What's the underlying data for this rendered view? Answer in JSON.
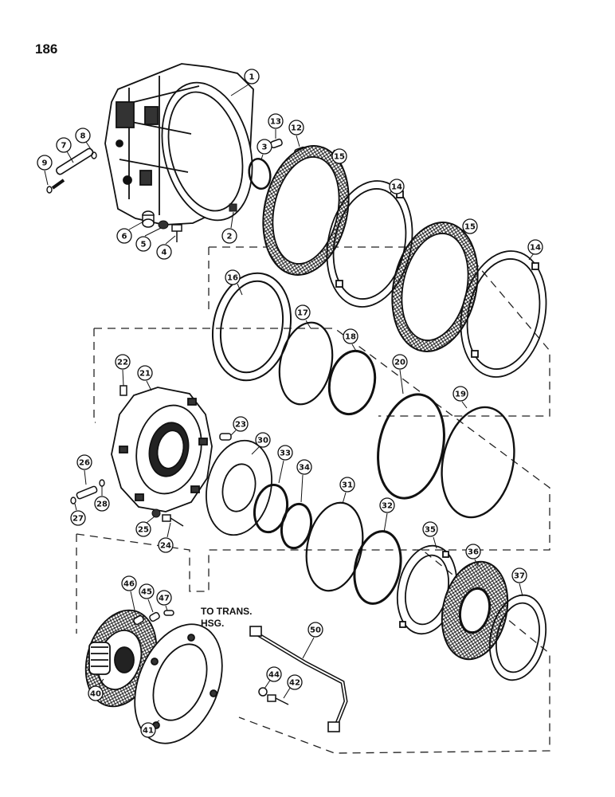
{
  "page_number": "186",
  "note_lines": [
    "TO TRANS.",
    "HSG."
  ],
  "callouts": [
    {
      "label": "1"
    },
    {
      "label": "2"
    },
    {
      "label": "3"
    },
    {
      "label": "4"
    },
    {
      "label": "5"
    },
    {
      "label": "6"
    },
    {
      "label": "7"
    },
    {
      "label": "8"
    },
    {
      "label": "9"
    },
    {
      "label": "12"
    },
    {
      "label": "13"
    },
    {
      "label": "14"
    },
    {
      "label": "14"
    },
    {
      "label": "15"
    },
    {
      "label": "15"
    },
    {
      "label": "16"
    },
    {
      "label": "17"
    },
    {
      "label": "18"
    },
    {
      "label": "19"
    },
    {
      "label": "20"
    },
    {
      "label": "21"
    },
    {
      "label": "22"
    },
    {
      "label": "23"
    },
    {
      "label": "24"
    },
    {
      "label": "25"
    },
    {
      "label": "26"
    },
    {
      "label": "27"
    },
    {
      "label": "28"
    },
    {
      "label": "30"
    },
    {
      "label": "31"
    },
    {
      "label": "32"
    },
    {
      "label": "33"
    },
    {
      "label": "34"
    },
    {
      "label": "35"
    },
    {
      "label": "36"
    },
    {
      "label": "37"
    },
    {
      "label": "40"
    },
    {
      "label": "41"
    },
    {
      "label": "42"
    },
    {
      "label": "44"
    },
    {
      "label": "45"
    },
    {
      "label": "46"
    },
    {
      "label": "47"
    },
    {
      "label": "50"
    }
  ]
}
